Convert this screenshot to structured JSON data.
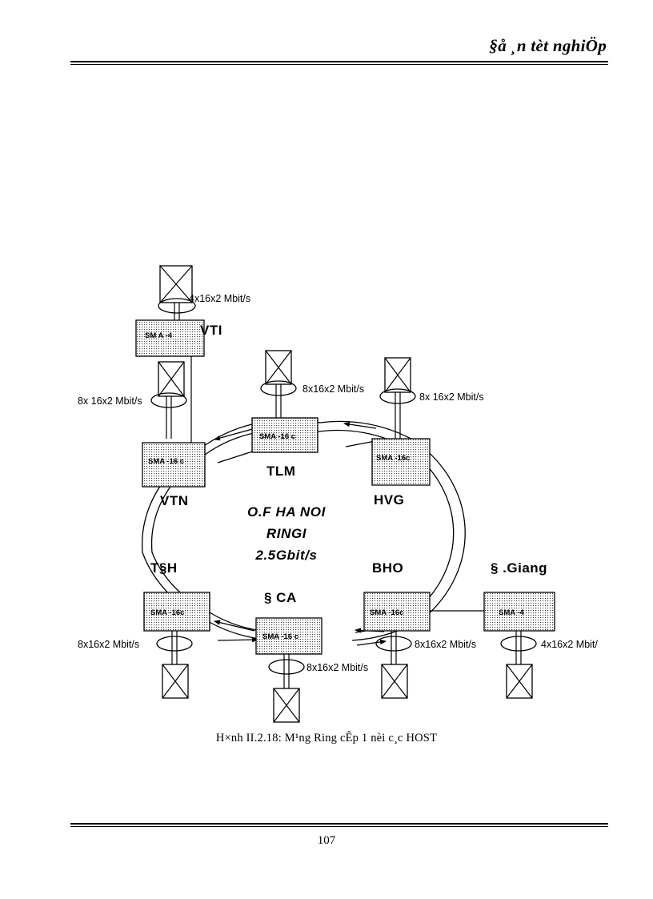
{
  "header": {
    "title": "§å ¸n tèt nghiÖp"
  },
  "footer": {
    "page_number": "107"
  },
  "figure": {
    "caption": "H×nh II.2.18: M¹ng Ring cÊp 1 nèi c¸c HOST",
    "center_label_line1": "O.F HA NOI",
    "center_label_line2": "RINGI",
    "center_label_line3": "2.5Gbit/s",
    "nodes": [
      {
        "id": "vti",
        "equipment": "SM A -4",
        "city": "VTI"
      },
      {
        "id": "vtn",
        "equipment": "SMA -16 c",
        "city": "VTN"
      },
      {
        "id": "tlm",
        "equipment": "SMA -16 c",
        "city": "TLM"
      },
      {
        "id": "hvg",
        "equipment": "SMA -16c",
        "city": "HVG"
      },
      {
        "id": "tdh",
        "equipment": "SMA -16c",
        "city": "T§H"
      },
      {
        "id": "dca",
        "equipment": "SMA -16 c",
        "city": "§ CA"
      },
      {
        "id": "bho",
        "equipment": "SMA -16c",
        "city": "BHO"
      },
      {
        "id": "dgiang",
        "equipment": "SMA -4",
        "city": "§ .Giang"
      }
    ],
    "rate_labels": [
      {
        "id": "rate-vti",
        "text": "4x16x2 Mbit/s"
      },
      {
        "id": "rate-vtn",
        "text": "8x 16x2 Mbit/s"
      },
      {
        "id": "rate-tlm",
        "text": "8x16x2 Mbit/s"
      },
      {
        "id": "rate-hvg",
        "text": "8x 16x2 Mbit/s"
      },
      {
        "id": "rate-tdh",
        "text": "8x16x2 Mbit/s"
      },
      {
        "id": "rate-dca",
        "text": "8x16x2 Mbit/s"
      },
      {
        "id": "rate-bho",
        "text": "8x16x2 Mbit/s"
      },
      {
        "id": "rate-dgiang",
        "text": "4x16x2 Mbit/"
      }
    ],
    "colors": {
      "line": "#000000",
      "box_fill": "#f2f2f2",
      "host_fill": "#ffffff"
    }
  }
}
